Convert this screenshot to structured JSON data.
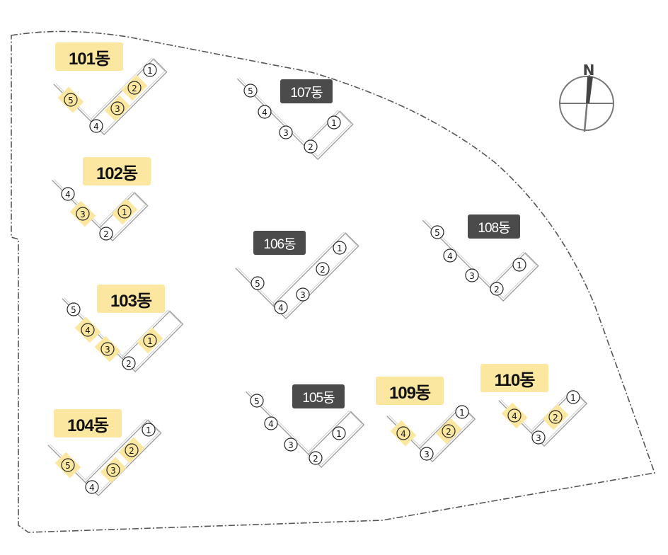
{
  "map": {
    "compass_label": "N",
    "buildings": [
      {
        "id": "101",
        "label": "101동",
        "highlight": true,
        "units": [
          "①",
          "②",
          "③",
          "④",
          "⑤"
        ],
        "highlighted_units": [
          "②",
          "③",
          "⑤"
        ]
      },
      {
        "id": "102",
        "label": "102동",
        "highlight": true,
        "units": [
          "①",
          "②",
          "③",
          "④"
        ],
        "highlighted_units": [
          "①",
          "③"
        ]
      },
      {
        "id": "103",
        "label": "103동",
        "highlight": true,
        "units": [
          "①",
          "②",
          "③",
          "④",
          "⑤"
        ],
        "highlighted_units": [
          "①",
          "③",
          "④"
        ]
      },
      {
        "id": "104",
        "label": "104동",
        "highlight": true,
        "units": [
          "①",
          "②",
          "③",
          "④",
          "⑤"
        ],
        "highlighted_units": [
          "②",
          "③",
          "⑤"
        ]
      },
      {
        "id": "105",
        "label": "105동",
        "highlight": false,
        "units": [
          "①",
          "②",
          "③",
          "④",
          "⑤"
        ],
        "highlighted_units": []
      },
      {
        "id": "106",
        "label": "106동",
        "highlight": false,
        "units": [
          "①",
          "②",
          "③",
          "④",
          "⑤"
        ],
        "highlighted_units": []
      },
      {
        "id": "107",
        "label": "107동",
        "highlight": false,
        "units": [
          "①",
          "②",
          "③",
          "④",
          "⑤"
        ],
        "highlighted_units": []
      },
      {
        "id": "108",
        "label": "108동",
        "highlight": false,
        "units": [
          "①",
          "②",
          "③",
          "④",
          "⑤"
        ],
        "highlighted_units": []
      },
      {
        "id": "109",
        "label": "109동",
        "highlight": true,
        "units": [
          "①",
          "②",
          "③",
          "④"
        ],
        "highlighted_units": [
          "②",
          "④"
        ]
      },
      {
        "id": "110",
        "label": "110동",
        "highlight": true,
        "units": [
          "①",
          "②",
          "③",
          "④"
        ],
        "highlighted_units": [
          "②",
          "④"
        ]
      }
    ],
    "colors": {
      "highlight_fill": "#fce7a1",
      "dark_label": "#4b4b4b",
      "outline": "#9a9a9a",
      "boundary": "#555555"
    }
  }
}
